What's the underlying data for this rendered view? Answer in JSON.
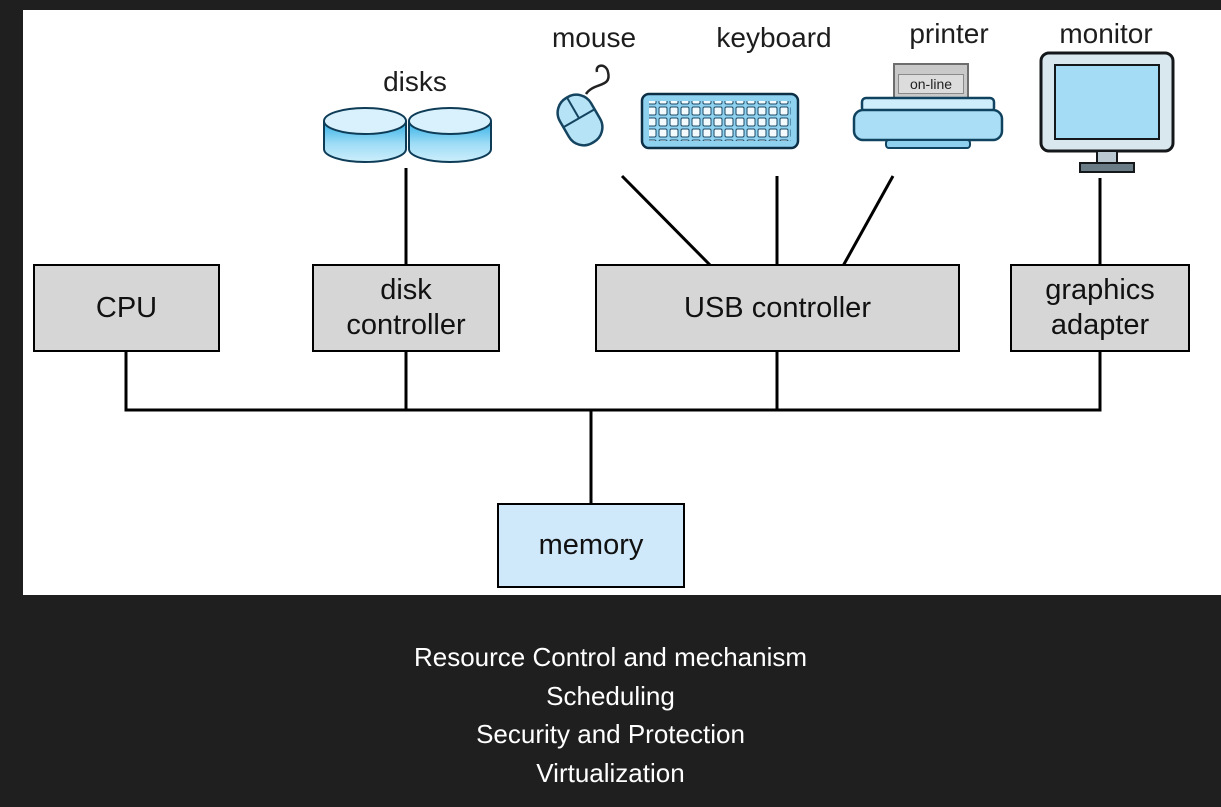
{
  "diagram": {
    "devices": {
      "disks": {
        "label": "disks"
      },
      "mouse": {
        "label": "mouse"
      },
      "keyboard": {
        "label": "keyboard"
      },
      "printer": {
        "label": "printer",
        "status": "on-line"
      },
      "monitor": {
        "label": "monitor"
      }
    },
    "controllers": {
      "cpu": {
        "label": "CPU"
      },
      "disk_controller": {
        "label": "disk controller"
      },
      "usb_controller": {
        "label": "USB controller"
      },
      "graphics_adapter": {
        "label": "graphics adapter"
      }
    },
    "memory": {
      "label": "memory"
    }
  },
  "caption": {
    "lines": [
      "Resource Control and mechanism",
      "Scheduling",
      "Security and Protection",
      "Virtualization"
    ]
  },
  "colors": {
    "page_background": "#1f1f1f",
    "panel_background": "#ffffff",
    "controller_box_fill": "#d6d6d6",
    "memory_box_fill": "#cfe9fb",
    "device_blue": "#a9def6",
    "paper_gray": "#c9c9c9",
    "line_color": "#000000",
    "caption_text": "#ffffff"
  },
  "icons": {
    "disks": "disks-icon",
    "mouse": "mouse-icon",
    "keyboard": "keyboard-icon",
    "printer": "printer-icon",
    "monitor": "monitor-icon"
  }
}
